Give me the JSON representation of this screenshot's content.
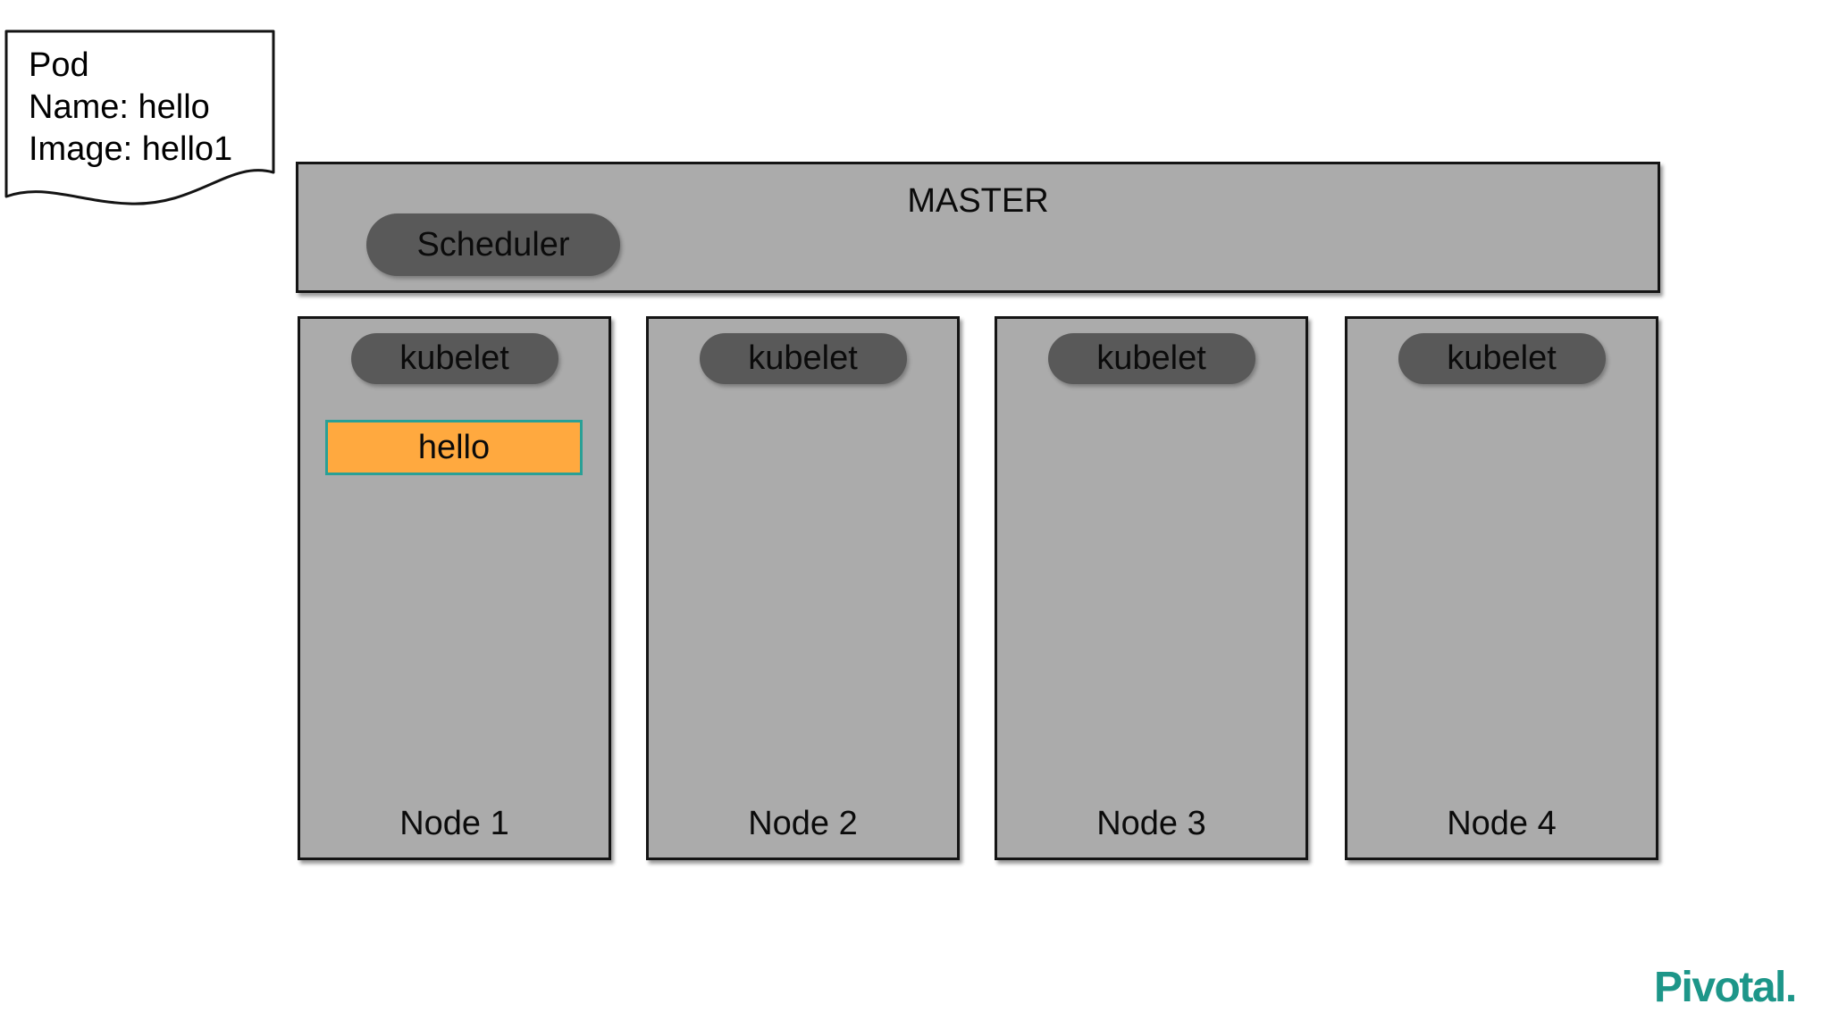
{
  "pod_note": {
    "lines": [
      "Pod",
      "Name: hello",
      "Image: hello1"
    ]
  },
  "master": {
    "title": "MASTER",
    "scheduler_label": "Scheduler"
  },
  "nodes": [
    {
      "name": "Node 1",
      "kubelet_label": "kubelet",
      "pod_label": "hello"
    },
    {
      "name": "Node 2",
      "kubelet_label": "kubelet"
    },
    {
      "name": "Node 3",
      "kubelet_label": "kubelet"
    },
    {
      "name": "Node 4",
      "kubelet_label": "kubelet"
    }
  ],
  "branding": {
    "logo_text": "Pivotal."
  },
  "colors": {
    "box_fill": "#ABABAB",
    "pill_fill": "#595959",
    "outline": "#141414",
    "pod_fill": "#FFA93F",
    "pod_border": "#29A096",
    "logo": "#1D9689"
  }
}
